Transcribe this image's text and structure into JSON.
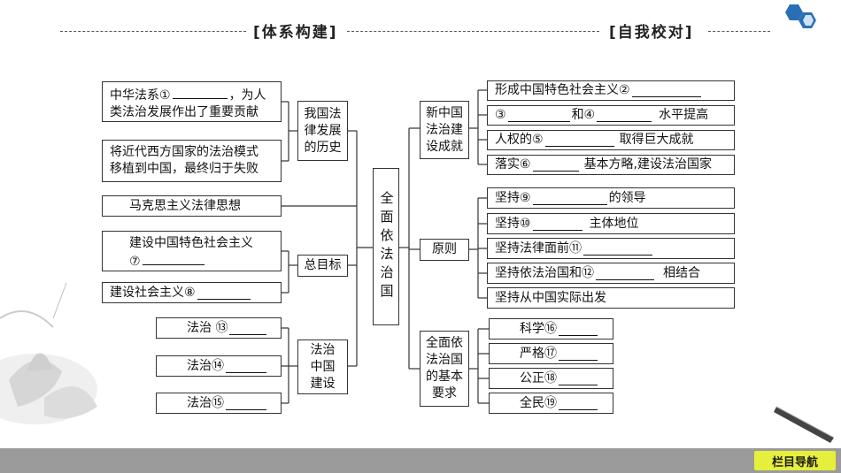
{
  "header": {
    "left_title": "[体系构建]",
    "right_title": "[自我校对]"
  },
  "center": {
    "label": "全面依法治国"
  },
  "left": {
    "history_label": "我国法律发展的历史",
    "history_item1_a": "中华法系①",
    "history_item1_b": "，为人",
    "history_item1_c": "类法治发展作出了重要贡献",
    "history_item2_a": "将近代西方国家的法治模式",
    "history_item2_b": "移植到中国，最终归于失败",
    "marxism": "马克思主义法律思想",
    "goal_label": "总目标",
    "goal_item1_a": "建设中国特色社会主义",
    "goal_item1_b": "⑦",
    "goal_item2": "建设社会主义⑧",
    "construction_label": "法治中国建设",
    "construction_items": [
      "法治 ⑬",
      "法治⑭",
      "法治⑮"
    ]
  },
  "right": {
    "achievements_label": "新中国法治建设成就",
    "achievements": {
      "a1": "形成中国特色社会主义②",
      "a2_1": "③",
      "a2_2": "和④",
      "a2_3": "水平提高",
      "a3_1": "人权的⑤",
      "a3_2": "取得巨大成就",
      "a4_1": "落实⑥",
      "a4_2": "基本方略,建设法治国家"
    },
    "principles_label": "原则",
    "principles": {
      "p1_1": "坚持⑨",
      "p1_2": "的领导",
      "p2_1": "坚持⑩",
      "p2_2": "主体地位",
      "p3": "坚持法律面前⑪",
      "p4_1": "坚持依法治国和⑫",
      "p4_2": "相结合",
      "p5": "坚持从中国实际出发"
    },
    "requirements_label": "全面依法治国的基本要求",
    "requirements": [
      "科学⑯",
      "严格⑰",
      "公正⑱",
      "全民⑲"
    ]
  },
  "footer": {
    "nav_label": "栏目导航"
  }
}
